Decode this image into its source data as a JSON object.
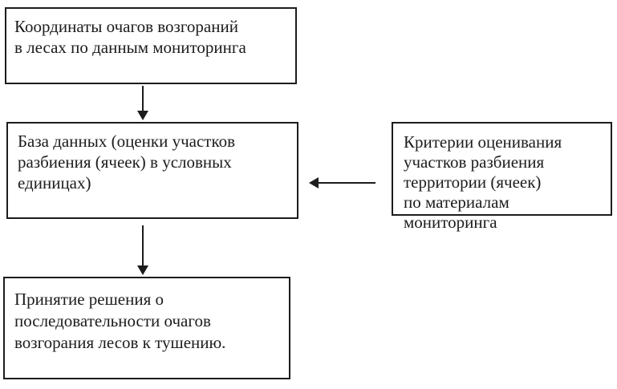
{
  "colors": {
    "background": "#ffffff",
    "line": "#1c1c1c",
    "text": "#1c1c1c"
  },
  "flowchart": {
    "boxes": {
      "coordinates": {
        "text": "Координаты очагов возгораний\nв лесах по данным мониторинга"
      },
      "database": {
        "text": "База данных (оценки участков\nразбиения (ячеек) в условных\nединицах)"
      },
      "criteria": {
        "text": "Критерии оценивания\nучастков разбиения\nтерритории (ячеек)\nпо материалам мониторинга"
      },
      "decision": {
        "text": "Принятие решения о\nпоследовательности очагов\nвозгорания лесов к тушению."
      }
    },
    "connections": [
      {
        "from": "coordinates",
        "to": "database",
        "direction": "down"
      },
      {
        "from": "database",
        "to": "decision",
        "direction": "down"
      },
      {
        "from": "criteria",
        "to": "database",
        "direction": "left"
      }
    ]
  }
}
